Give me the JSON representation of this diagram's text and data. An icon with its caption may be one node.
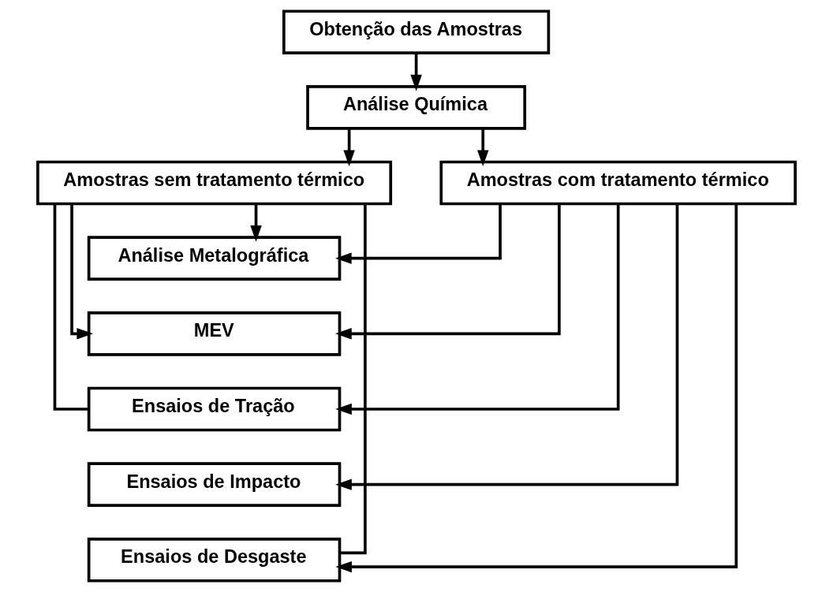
{
  "diagram": {
    "nodes": [
      {
        "text": [
          "Obtenção das Amostras"
        ]
      },
      {
        "text": [
          "Análise Química"
        ]
      },
      {
        "text": [
          "Amostras sem tratamento térmico"
        ]
      },
      {
        "text": [
          "Amostras com tratamento térmico"
        ]
      },
      {
        "text": [
          "Análise Metalográfica"
        ]
      },
      {
        "text": [
          "MEV"
        ]
      },
      {
        "text": [
          "Ensaios de Tração"
        ]
      },
      {
        "text": [
          "Ensaios de Impacto"
        ]
      },
      {
        "text": [
          "Ensaios de Desgaste"
        ]
      }
    ],
    "edges": [
      {
        "from": 0,
        "to": 1,
        "arrow": "to"
      },
      {
        "from": 1,
        "to": 2,
        "arrow": "to"
      },
      {
        "from": 1,
        "to": 3,
        "arrow": "to"
      },
      {
        "from": 2,
        "to": 4,
        "arrow": "to"
      },
      {
        "from": 2,
        "to": 5,
        "arrow": "to"
      },
      {
        "from": 2,
        "to": 6,
        "arrow": "none"
      },
      {
        "from": 2,
        "to": 8,
        "arrow": "none"
      },
      {
        "from": 3,
        "to": 4,
        "arrow": "to"
      },
      {
        "from": 3,
        "to": 5,
        "arrow": "to"
      },
      {
        "from": 3,
        "to": 6,
        "arrow": "to"
      },
      {
        "from": 3,
        "to": 7,
        "arrow": "to"
      },
      {
        "from": 3,
        "to": 8,
        "arrow": "to"
      }
    ]
  }
}
